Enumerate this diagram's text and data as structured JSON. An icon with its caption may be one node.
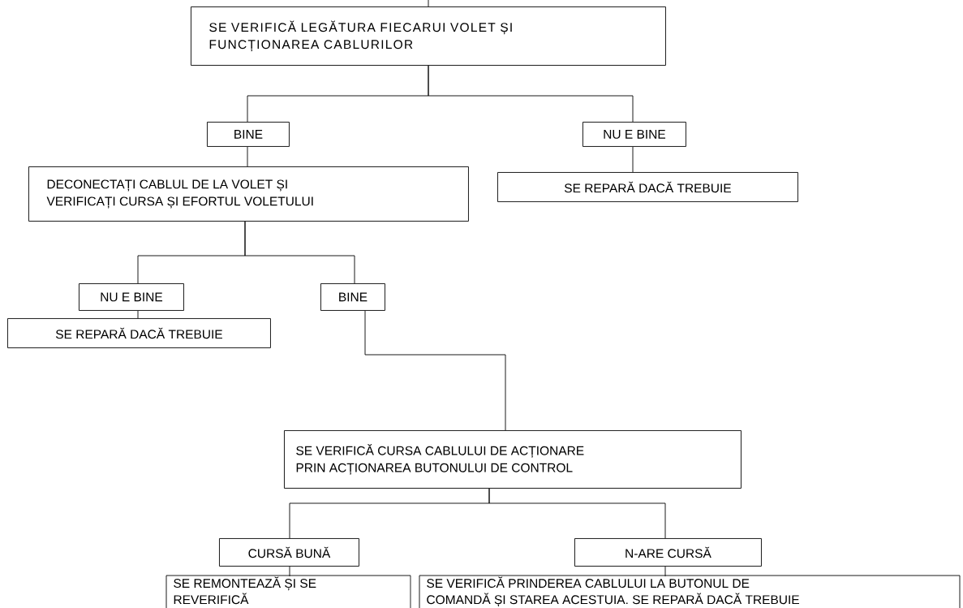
{
  "diagram": {
    "nodes": [
      {
        "text": [
          "SE VERIFICĂ LEGĂTURA FIECARUI VOLET ȘI FUNCȚIONAREA CABLURILOR"
        ]
      },
      {
        "text": [
          "BINE"
        ]
      },
      {
        "text": [
          "NU E BINE"
        ]
      },
      {
        "text": [
          "DECONECTAȚI CABLUL DE LA VOLET ȘI VERIFICAȚI CURSA ȘI EFORTUL VOLETULUI"
        ]
      },
      {
        "text": [
          "SE REPARĂ DACĂ TREBUIE"
        ]
      },
      {
        "text": [
          "NU E BINE"
        ]
      },
      {
        "text": [
          "BINE"
        ]
      },
      {
        "text": [
          "SE REPARĂ DACĂ TREBUIE"
        ]
      },
      {
        "text": [
          "SE VERIFICĂ CURSA CABLULUI DE ACȚIONARE PRIN ACȚIONAREA BUTONULUI DE CONTROL"
        ]
      },
      {
        "text": [
          "CURSĂ BUNĂ"
        ]
      },
      {
        "text": [
          "N-ARE CURSĂ"
        ]
      },
      {
        "text": [
          "SE REMONTEAZĂ ȘI SE REVERIFICĂ"
        ]
      },
      {
        "text": [
          "SE VERIFICĂ PRINDEREA CABLULUI LA BUTONUL DE COMANDĂ ȘI STAREA ACESTUIA. SE REPARĂ DACĂ TREBUIE"
        ]
      }
    ],
    "edges": [
      {
        "from": null,
        "to": 0,
        "arrow": "none"
      },
      {
        "from": 0,
        "to": 1,
        "arrow": "none"
      },
      {
        "from": 0,
        "to": 2,
        "arrow": "none"
      },
      {
        "from": 1,
        "to": 3,
        "arrow": "none"
      },
      {
        "from": 2,
        "to": 4,
        "arrow": "none"
      },
      {
        "from": 3,
        "to": 5,
        "arrow": "none"
      },
      {
        "from": 3,
        "to": 6,
        "arrow": "none"
      },
      {
        "from": 5,
        "to": 7,
        "arrow": "none"
      },
      {
        "from": 6,
        "to": 8,
        "arrow": "none"
      },
      {
        "from": 8,
        "to": 9,
        "arrow": "none"
      },
      {
        "from": 8,
        "to": 10,
        "arrow": "none"
      },
      {
        "from": 9,
        "to": 11,
        "arrow": "none"
      },
      {
        "from": 10,
        "to": 12,
        "arrow": "none"
      }
    ]
  }
}
